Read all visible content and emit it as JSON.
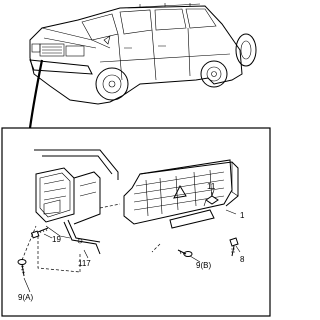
{
  "callouts": {
    "grille": "1",
    "clip": "11",
    "screw_b": "9(B)",
    "screw_8": "8",
    "screw_a": "9(A)",
    "bracket": "117",
    "bolt_19": "19"
  }
}
